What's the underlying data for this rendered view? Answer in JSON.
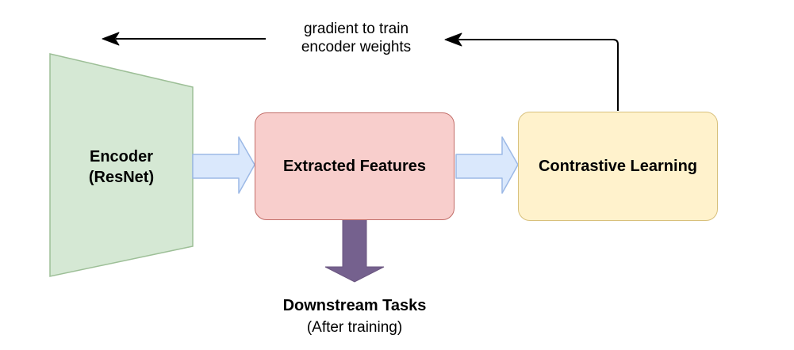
{
  "diagram": {
    "description": "Contrastive learning training pipeline diagram",
    "nodes": {
      "encoder": {
        "label_line1": "Encoder",
        "label_line2": "(ResNet)",
        "shape": "trapezoid",
        "fill": "#d5e8d4",
        "stroke": "#9dbf97"
      },
      "extracted_features": {
        "label": "Extracted Features",
        "shape": "rounded-rectangle",
        "fill": "#f8cecc",
        "stroke": "#c26d68"
      },
      "contrastive_learning": {
        "label": "Contrastive Learning",
        "shape": "rounded-rectangle",
        "fill": "#fff2cc",
        "stroke": "#d8c07c"
      },
      "downstream_tasks": {
        "label_line1": "Downstream Tasks",
        "label_line2": "(After training)"
      }
    },
    "annotations": {
      "gradient_note_line1": "gradient to train",
      "gradient_note_line2": "encoder weights"
    },
    "connectors": {
      "flow_arrow_fill": "#dae8fc",
      "flow_arrow_stroke": "#9cb9e6",
      "downstream_arrow_fill": "#75618e",
      "gradient_arrow_color": "#000000"
    },
    "colors": {
      "background": "#ffffff",
      "text": "#000000"
    }
  }
}
